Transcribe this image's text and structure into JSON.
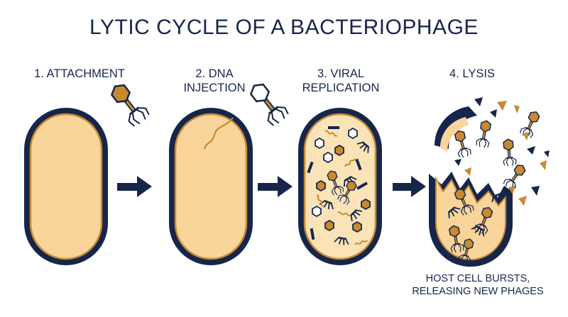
{
  "title": "LYTIC CYCLE OF A BACTERIOPHAGE",
  "stages": [
    {
      "label": "1. ATTACHMENT"
    },
    {
      "label": "2. DNA\nINJECTION"
    },
    {
      "label": "3. VIRAL\nREPLICATION"
    },
    {
      "label": "4. LYSIS"
    }
  ],
  "lysis_note": "HOST CELL BURSTS,\nRELEASING NEW PHAGES",
  "colors": {
    "navy": "#16264a",
    "cell_fill": "#f9d49b",
    "phage_orange": "#c98a2e",
    "membrane_gold": "#c88a34"
  }
}
